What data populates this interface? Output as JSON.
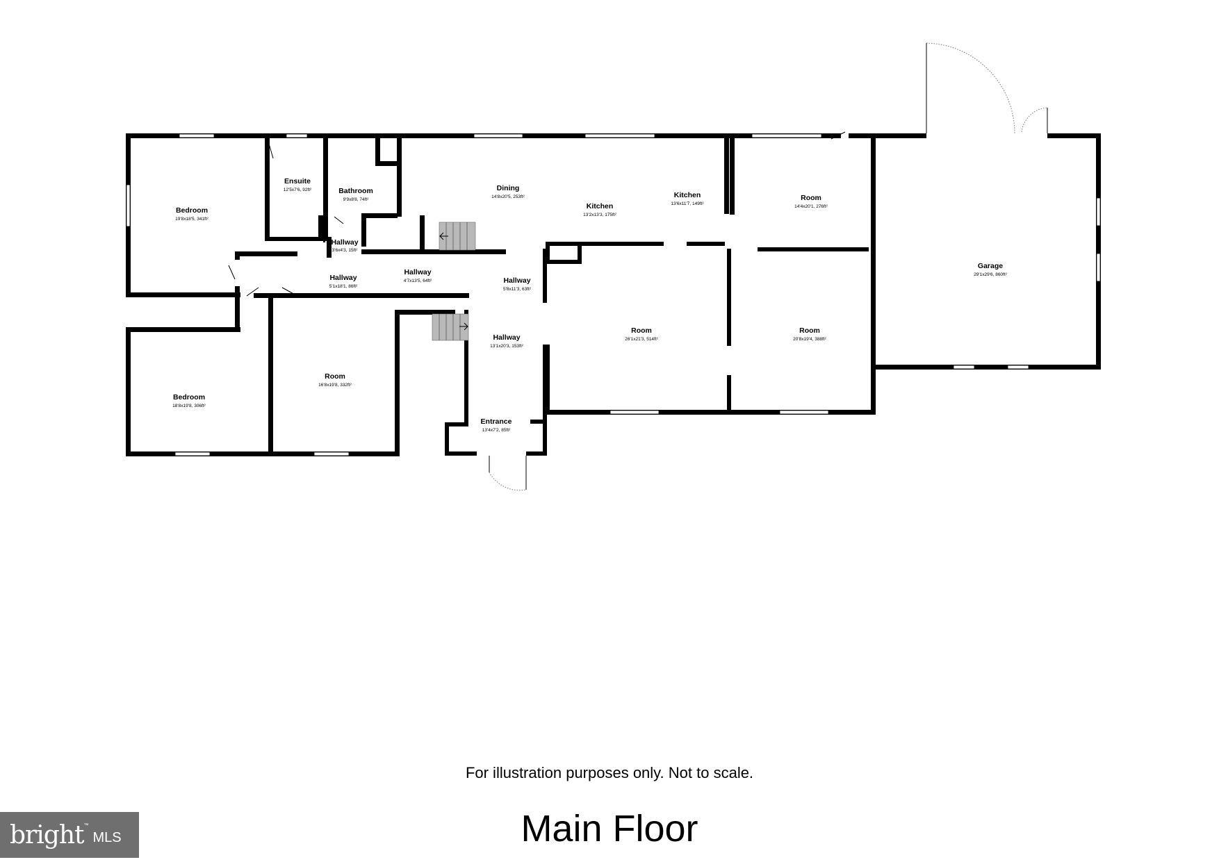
{
  "plan": {
    "rooms": [
      {
        "name": "Bedroom",
        "dims": "19'8x18'5, 341ft²"
      },
      {
        "name": "Ensuite",
        "dims": "12'5x7'6, 92ft²"
      },
      {
        "name": "Bathroom",
        "dims": "9'9x8'8, 74ft²"
      },
      {
        "name": "Hallway",
        "dims": "3'6x4'3, 15ft²"
      },
      {
        "name": "Dining",
        "dims": "14'8x20'5, 253ft²"
      },
      {
        "name": "Kitchen",
        "dims": "13'2x13'3, 175ft²"
      },
      {
        "name": "Kitchen",
        "dims": "13'6x11'7, 149ft²"
      },
      {
        "name": "Room",
        "dims": "14'4x20'1, 276ft²"
      },
      {
        "name": "Garage",
        "dims": "29'1x29'6, 860ft²"
      },
      {
        "name": "Hallway",
        "dims": "5'1x18'1, 86ft²"
      },
      {
        "name": "Hallway",
        "dims": "4'7x13'5, 64ft²"
      },
      {
        "name": "Hallway",
        "dims": "5'8x11'3, 63ft²"
      },
      {
        "name": "Hallway",
        "dims": "13'1x20'3, 153ft²"
      },
      {
        "name": "Room",
        "dims": "26'1x21'3, 514ft²"
      },
      {
        "name": "Room",
        "dims": "20'8x19'4, 388ft²"
      },
      {
        "name": "Bedroom",
        "dims": "18'8x19'8, 306ft²"
      },
      {
        "name": "Room",
        "dims": "16'8x19'8, 332ft²"
      },
      {
        "name": "Entrance",
        "dims": "13'4x7'2, 85ft²"
      }
    ]
  },
  "disclaimer": "For illustration purposes only. Not to scale.",
  "floor_title": "Main Floor",
  "logo": {
    "word": "bright",
    "suffix": "MLS",
    "trademark": "™"
  },
  "colors": {
    "wall": "#000000",
    "stairs": "#b9b9b9",
    "logo_bg": "#6f6f6f"
  }
}
